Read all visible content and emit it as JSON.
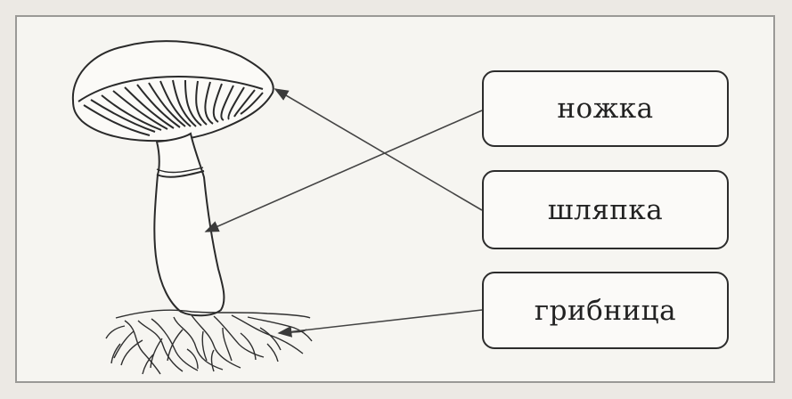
{
  "diagram": {
    "labels": [
      "ножка",
      "шляпка",
      "грибница"
    ],
    "colors": {
      "line": "#2a2a2a",
      "arrow": "#444444",
      "frame": "#9a9996",
      "background": "#f6f5f1"
    }
  }
}
